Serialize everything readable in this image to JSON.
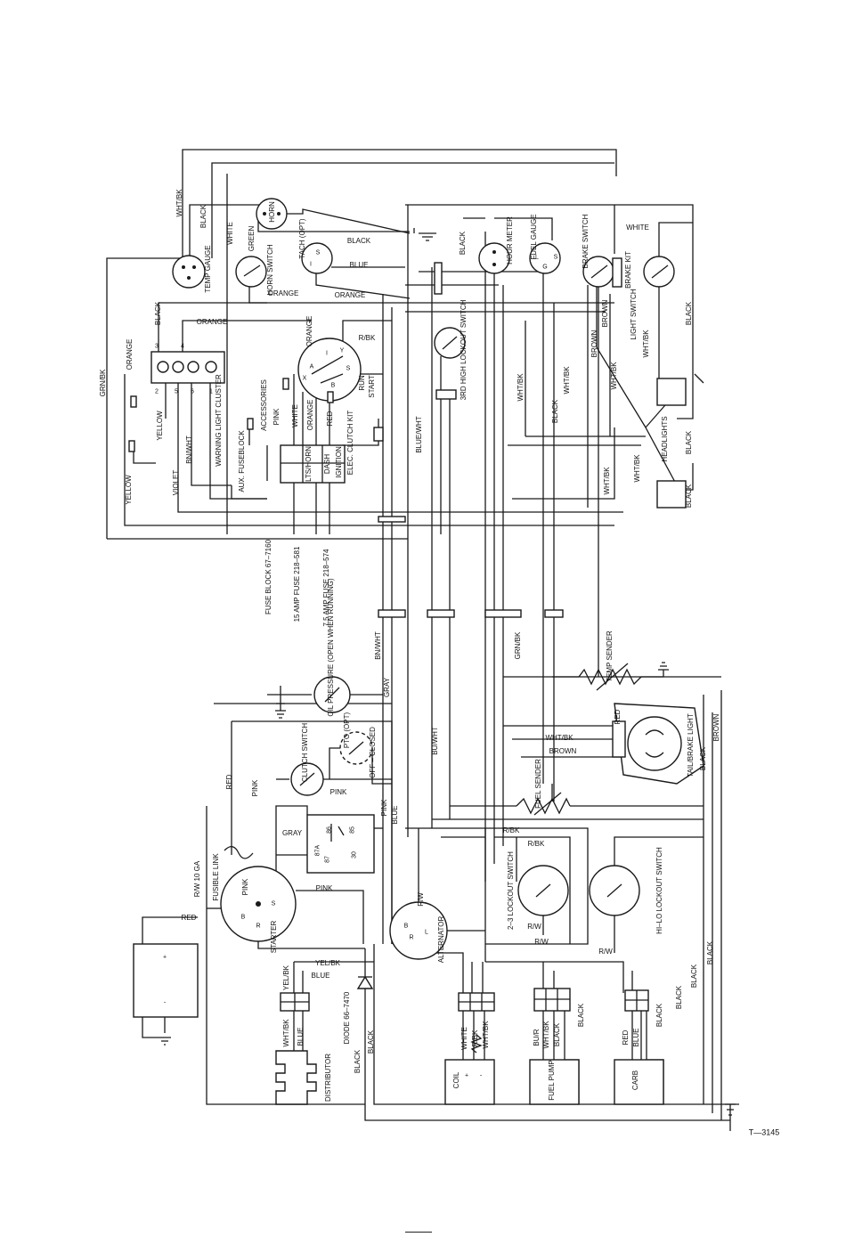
{
  "diagram_id": "T—3145",
  "labels": [
    "WHT/BK",
    "BLACK",
    "WHITE",
    "TEMP GAUGE",
    "GREEN",
    "HORN",
    "HORN SWITCH",
    "TACH (OPT)",
    "BLACK",
    "BLUE",
    "ORANGE",
    "ORANGE",
    "BLACK",
    "HOUR METER",
    "FUEL GAUGE",
    "BRAKE SWITCH",
    "WHITE",
    "BRAKE KIT",
    "LIGHT SWITCH",
    "BROWN",
    "BROWN",
    "WHT/BK",
    "BLACK",
    "GRN/BK",
    "ORANGE",
    "YELLOW",
    "BLACK",
    "ORANGE",
    "WARNING LIGHT CLUSTER",
    "BN/WHT",
    "VIOLET",
    "YELLOW",
    "AUX. FUSEBLOCK",
    "ACCESSORIES",
    "PINK",
    "WHITE",
    "ORANGE",
    "RED",
    "ELEC. CLUTCH KIT",
    "LTS/HORN",
    "DASH",
    "IGNITION",
    "R/BK",
    "ORANGE",
    "RUN",
    "START",
    "BLUE/WHT",
    "3RD HIGH LOCKOUT SWITCH",
    "WHT/BK",
    "BLACK",
    "WHT/BK",
    "WHT/BK",
    "HEADLIGHTS",
    "BLACK",
    "WHT/BK",
    "BLACK",
    "WHT/BK",
    "FUSE BLOCK 67–7160",
    "15 AMP FUSE 218–581",
    "7.5 AMP FUSE 218–574",
    "OIL PRESSURE (OPEN WHEN RUNNING)",
    "BN/WHT",
    "GRAY",
    "GRN/BK",
    "TEMP SENDER",
    "RED",
    "WHT/BK",
    "BROWN",
    "TAIL/BRAKE LIGHT",
    "BROWN",
    "BLACK",
    "CLUTCH SWITCH",
    "PTO (OPT)",
    "OFF – CLOSED",
    "PINK",
    "RED",
    "PINK",
    "PINK",
    "BLUE",
    "BU/WHT",
    "FUEL SENDER",
    "GRAY",
    "R/BK",
    "R/BK",
    "R/W 10 GA",
    "FUSIBLE LINK",
    "PINK",
    "PINK",
    "RED",
    "STARTER",
    "ALTERNATOR",
    "R/W",
    "2–3 LOCKOUT SWITCH",
    "HI–LO LOCKOUT SWITCH",
    "R/W",
    "R/W",
    "R/W",
    "YEL/BK",
    "YEL/BK",
    "BLUE",
    "DIODE 66–7470",
    "WHT/BK",
    "BLUE",
    "DISTRIBUTOR",
    "BLACK",
    "BLACK",
    "WHITE",
    "R/BK",
    "WHT/BK",
    "COIL",
    "BU/R",
    "WHT/BK",
    "BLACK",
    "BLACK",
    "FUEL PUMP",
    "RED",
    "BLUE",
    "BLACK",
    "CARB",
    "BLACK",
    "BLACK",
    "BLACK"
  ],
  "terminals": [
    "S",
    "B",
    "R",
    "+",
    "-",
    "3",
    "4",
    "2",
    "5",
    "6",
    "1",
    "87A",
    "87",
    "30",
    "86",
    "85",
    "B",
    "R",
    "L",
    "+",
    "-",
    "X",
    "Y",
    "I",
    "S",
    "B",
    "A",
    "S",
    "I",
    "S",
    "L",
    "G"
  ]
}
